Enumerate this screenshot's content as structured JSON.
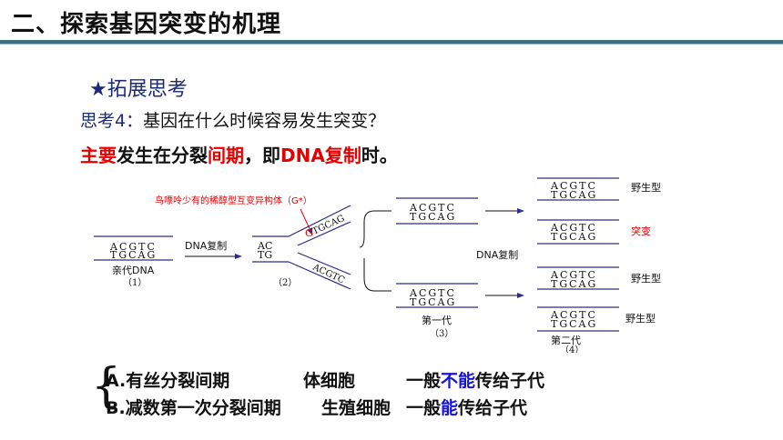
{
  "header": {
    "title": "二、探索基因突变的机理"
  },
  "subheading": "★拓展思考",
  "question": {
    "label": "思考4：",
    "text": "基因在什么时候容易发生突变？"
  },
  "answer": {
    "p1": "主要",
    "p2": "发生在分裂",
    "p3": "间期",
    "p4": "，即",
    "p5": "DNA复制",
    "p6": "时。"
  },
  "diagram": {
    "note": "鸟嘌呤少有的稀醇型互变异构体（G*）",
    "step_label": "DNA复制",
    "step_label2": "DNA复制",
    "parent_label": "亲代DNA",
    "n1": "（1）",
    "n2": "（2）",
    "n3": "（3）",
    "n4": "（4）",
    "gen1": "第一代",
    "gen2": "第二代",
    "wild1": "野生型",
    "mutant": "突变",
    "wild2": "野生型",
    "wild3": "野生型",
    "top_seq": "ACGTC",
    "bot_seq": "TGCAG",
    "g_letter": "G",
    "a_letter": "A",
    "partial_top": "AC",
    "partial_bot": "TG"
  },
  "options": {
    "a_label": "A.有丝分裂间期",
    "a_cell": "体细胞",
    "a_r1": "一般",
    "a_r2": "不能",
    "a_r3": "传给子代",
    "b_label": "B.减数第一次分裂间期",
    "b_cell": "生殖细胞",
    "b_r1": "一般",
    "b_r2": "能",
    "b_r3": "传给子代"
  },
  "colors": {
    "rule": "#3d6f83",
    "emphasis_red": "#e30000",
    "emphasis_blue": "#1414d8",
    "arrow": "#2b2e8c"
  }
}
